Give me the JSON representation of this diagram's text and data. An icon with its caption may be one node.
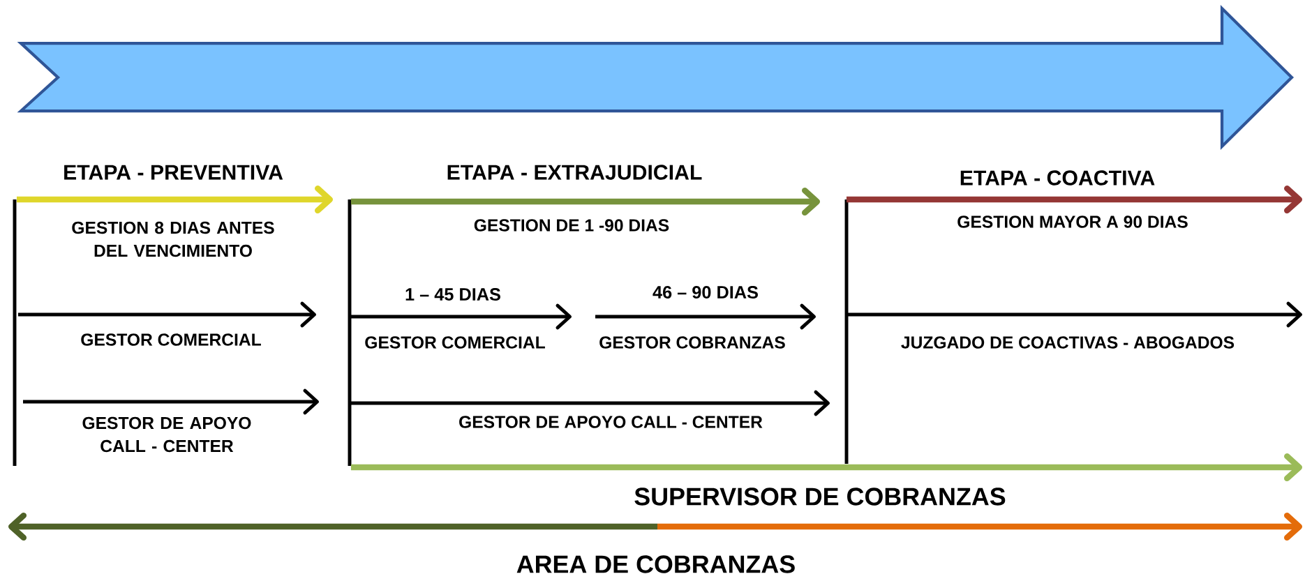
{
  "diagram": {
    "labels": [
      "ETAPA - PREVENTIVA",
      "ETAPA - EXTRAJUDICIAL",
      "ETAPA - COACTIVA",
      "GESTION 8 DIAS ANTES DEL VENCIMIENTO",
      "GESTION DE 1 -90 DIAS",
      "GESTION MAYOR A 90 DIAS",
      "1 – 45 DIAS",
      "46 – 90 DIAS",
      "GESTOR COMERCIAL",
      "GESTOR COMERCIAL",
      "GESTOR COBRANZAS",
      "JUZGADO DE COACTIVAS - ABOGADOS",
      "GESTOR DE APOYO CALL - CENTER",
      "GESTOR DE APOYO CALL - CENTER",
      "SUPERVISOR DE COBRANZAS",
      "AREA DE COBRANZAS"
    ]
  }
}
